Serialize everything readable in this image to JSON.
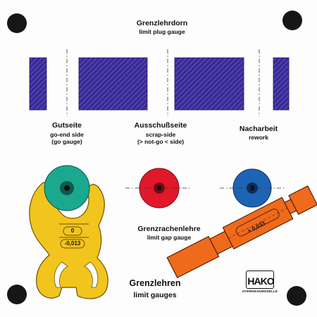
{
  "plug_gauge": {
    "title_de": "Grenzlehrdorn",
    "title_en": "limit plug gauge"
  },
  "columns": [
    {
      "title_de": "Gutseite",
      "line1": "go-end side",
      "line2": "(go gauge)"
    },
    {
      "title_de": "Ausschußseite",
      "line1": "scrap-side",
      "line2": "(> not-go < side)"
    },
    {
      "title_de": "Nacharbeit",
      "line1": "rework",
      "line2": ""
    }
  ],
  "gap_gauge": {
    "title_de": "Grenzrachenlehre",
    "title_en": "limit gap gauge",
    "scale_top": "0",
    "scale_bottom": "-0,013"
  },
  "plug_body": {
    "tolerance": "+ 0,033"
  },
  "main_title": {
    "de": "Grenzlehren",
    "en": "limit gauges"
  },
  "logo": {
    "text": "HAKO",
    "subtitle": "OVERHEADMODELLE"
  },
  "colors": {
    "hatch": "#3a2a98",
    "go": "#1aa88e",
    "scrap": "#e0182a",
    "rework": "#1e64b4",
    "gap_gauge": "#f2c41e",
    "plug_body": "#f06a1c",
    "hole": "#161616"
  },
  "icons": [
    "mounting-hole-icon",
    "hako-logo"
  ]
}
